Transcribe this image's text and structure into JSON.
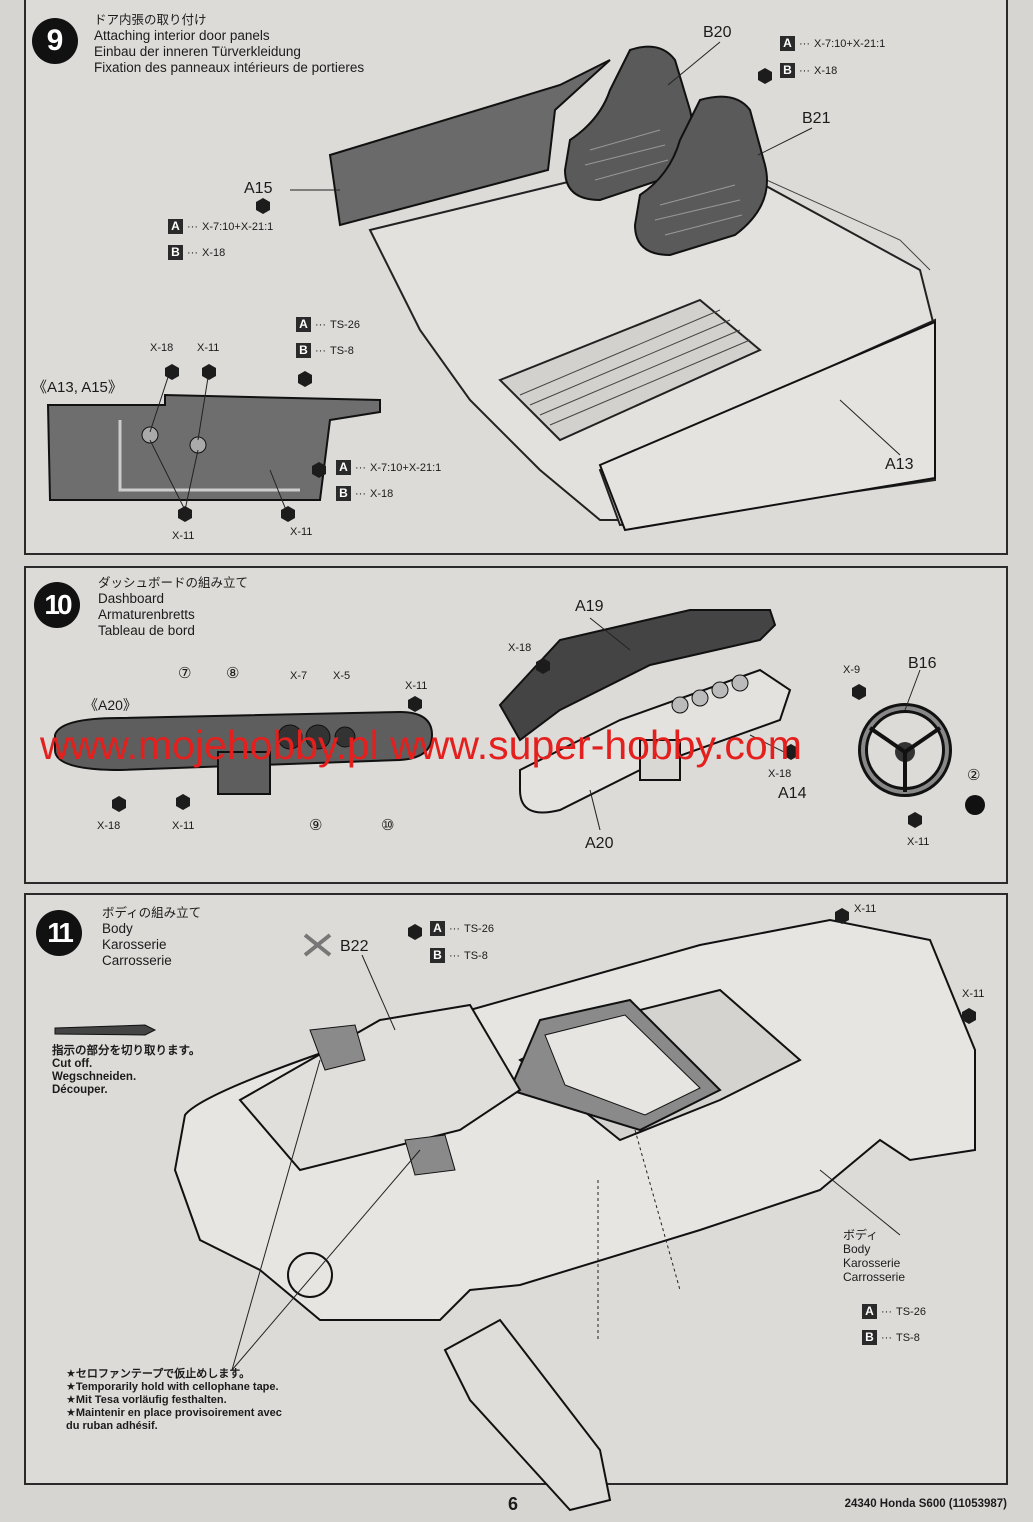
{
  "watermark": "www.mojehobby.pl www.super-hobby.com",
  "footer": {
    "page_number": "6",
    "code": "24340  Honda S600 (11053987)"
  },
  "step9": {
    "number": "9",
    "titles": [
      "ドア内張の取り付け",
      "Attaching interior door panels",
      "Einbau der inneren Türverkleidung",
      "Fixation des panneaux intérieurs de portieres"
    ],
    "parts": {
      "b20": "B20",
      "b21": "B21",
      "a15": "A15",
      "a13": "A13",
      "pair": "《A13, A15》"
    },
    "paint_top": {
      "a_box": "A",
      "a": "X-7:10+X-21:1",
      "b_box": "B",
      "b": "X-18"
    },
    "paint_a15": {
      "a_box": "A",
      "a": "X-7:10+X-21:1",
      "b_box": "B",
      "b": "X-18"
    },
    "paint_mid": {
      "a_box": "A",
      "a": "TS-26",
      "b_box": "B",
      "b": "TS-8"
    },
    "paint_panel": {
      "a_box": "A",
      "a": "X-7:10+X-21:1",
      "b_box": "B",
      "b": "X-18"
    },
    "callouts": {
      "x18_top": "X-18",
      "x11_top": "X-11",
      "x11_bottom": "X-11",
      "x11_right": "X-11"
    }
  },
  "step10": {
    "number": "10",
    "titles": [
      "ダッシュボードの組み立て",
      "Dashboard",
      "Armaturenbretts",
      "Tableau de bord"
    ],
    "parts": {
      "a20_pair": "《A20》",
      "a19": "A19",
      "a20": "A20",
      "a14": "A14",
      "b16": "B16"
    },
    "callouts": {
      "c7": "⑦",
      "c8": "⑧",
      "x7": "X-7",
      "x5": "X-5",
      "x11_a": "X-11",
      "x18_a": "X-18",
      "x11_b": "X-11",
      "c9": "⑨",
      "c10": "⑩",
      "x18_b": "X-18",
      "x18_c": "X-18",
      "x9": "X-9",
      "c2": "②",
      "x11_c": "X-11"
    }
  },
  "step11": {
    "number": "11",
    "titles": [
      "ボディの組み立て",
      "Body",
      "Karosserie",
      "Carrosserie"
    ],
    "parts": {
      "b22": "B22"
    },
    "paint_b22": {
      "a_box": "A",
      "a": "TS-26",
      "b_box": "B",
      "b": "TS-8"
    },
    "cut_titles": [
      "指示の部分を切り取ります。",
      "Cut off.",
      "Wegschneiden.",
      "Découper."
    ],
    "body_titles": [
      "ボディ",
      "Body",
      "Karosserie",
      "Carrosserie"
    ],
    "paint_body": {
      "a_box": "A",
      "a": "TS-26",
      "b_box": "B",
      "b": "TS-8"
    },
    "callouts": {
      "x11_a": "X-11",
      "x11_b": "X-11"
    },
    "tape_note": [
      "★セロファンテープで仮止めします。",
      "★Temporarily hold with cellophane tape.",
      "★Mit Tesa vorläufig festhalten.",
      "★Maintenir en place provisoirement avec",
      "du ruban adhésif."
    ]
  }
}
